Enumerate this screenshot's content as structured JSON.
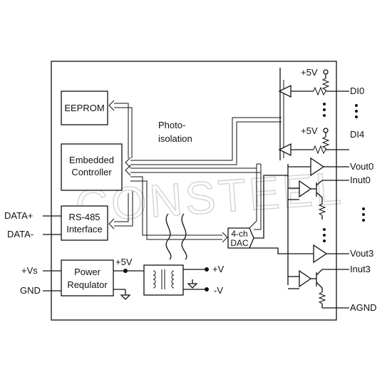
{
  "blocks": {
    "eeprom": "EEPROM",
    "controller_line1": "Embedded",
    "controller_line2": "Controller",
    "rs485_line1": "RS-485",
    "rs485_line2": "Interface",
    "power_line1": "Power",
    "power_line2": "Requlator",
    "dac_line1": "4-ch",
    "dac_line2": "DAC"
  },
  "labels": {
    "photo_line1": "Photo-",
    "photo_line2": "isolation",
    "vcc_top": "+5V",
    "vcc_di4": "+5V",
    "vcc_power": "+5V",
    "plus_v": "+V",
    "minus_v": "-V"
  },
  "pins": {
    "di0": "DI0",
    "di4": "DI4",
    "vout0": "Vout0",
    "inut0": "Inut0",
    "vout3": "Vout3",
    "inut3": "Inut3",
    "agnd": "AGND",
    "data_plus": "DATA+",
    "data_minus": "DATA-",
    "vs": "+Vs",
    "gnd": "GND"
  },
  "watermark": "CONSTEEL"
}
